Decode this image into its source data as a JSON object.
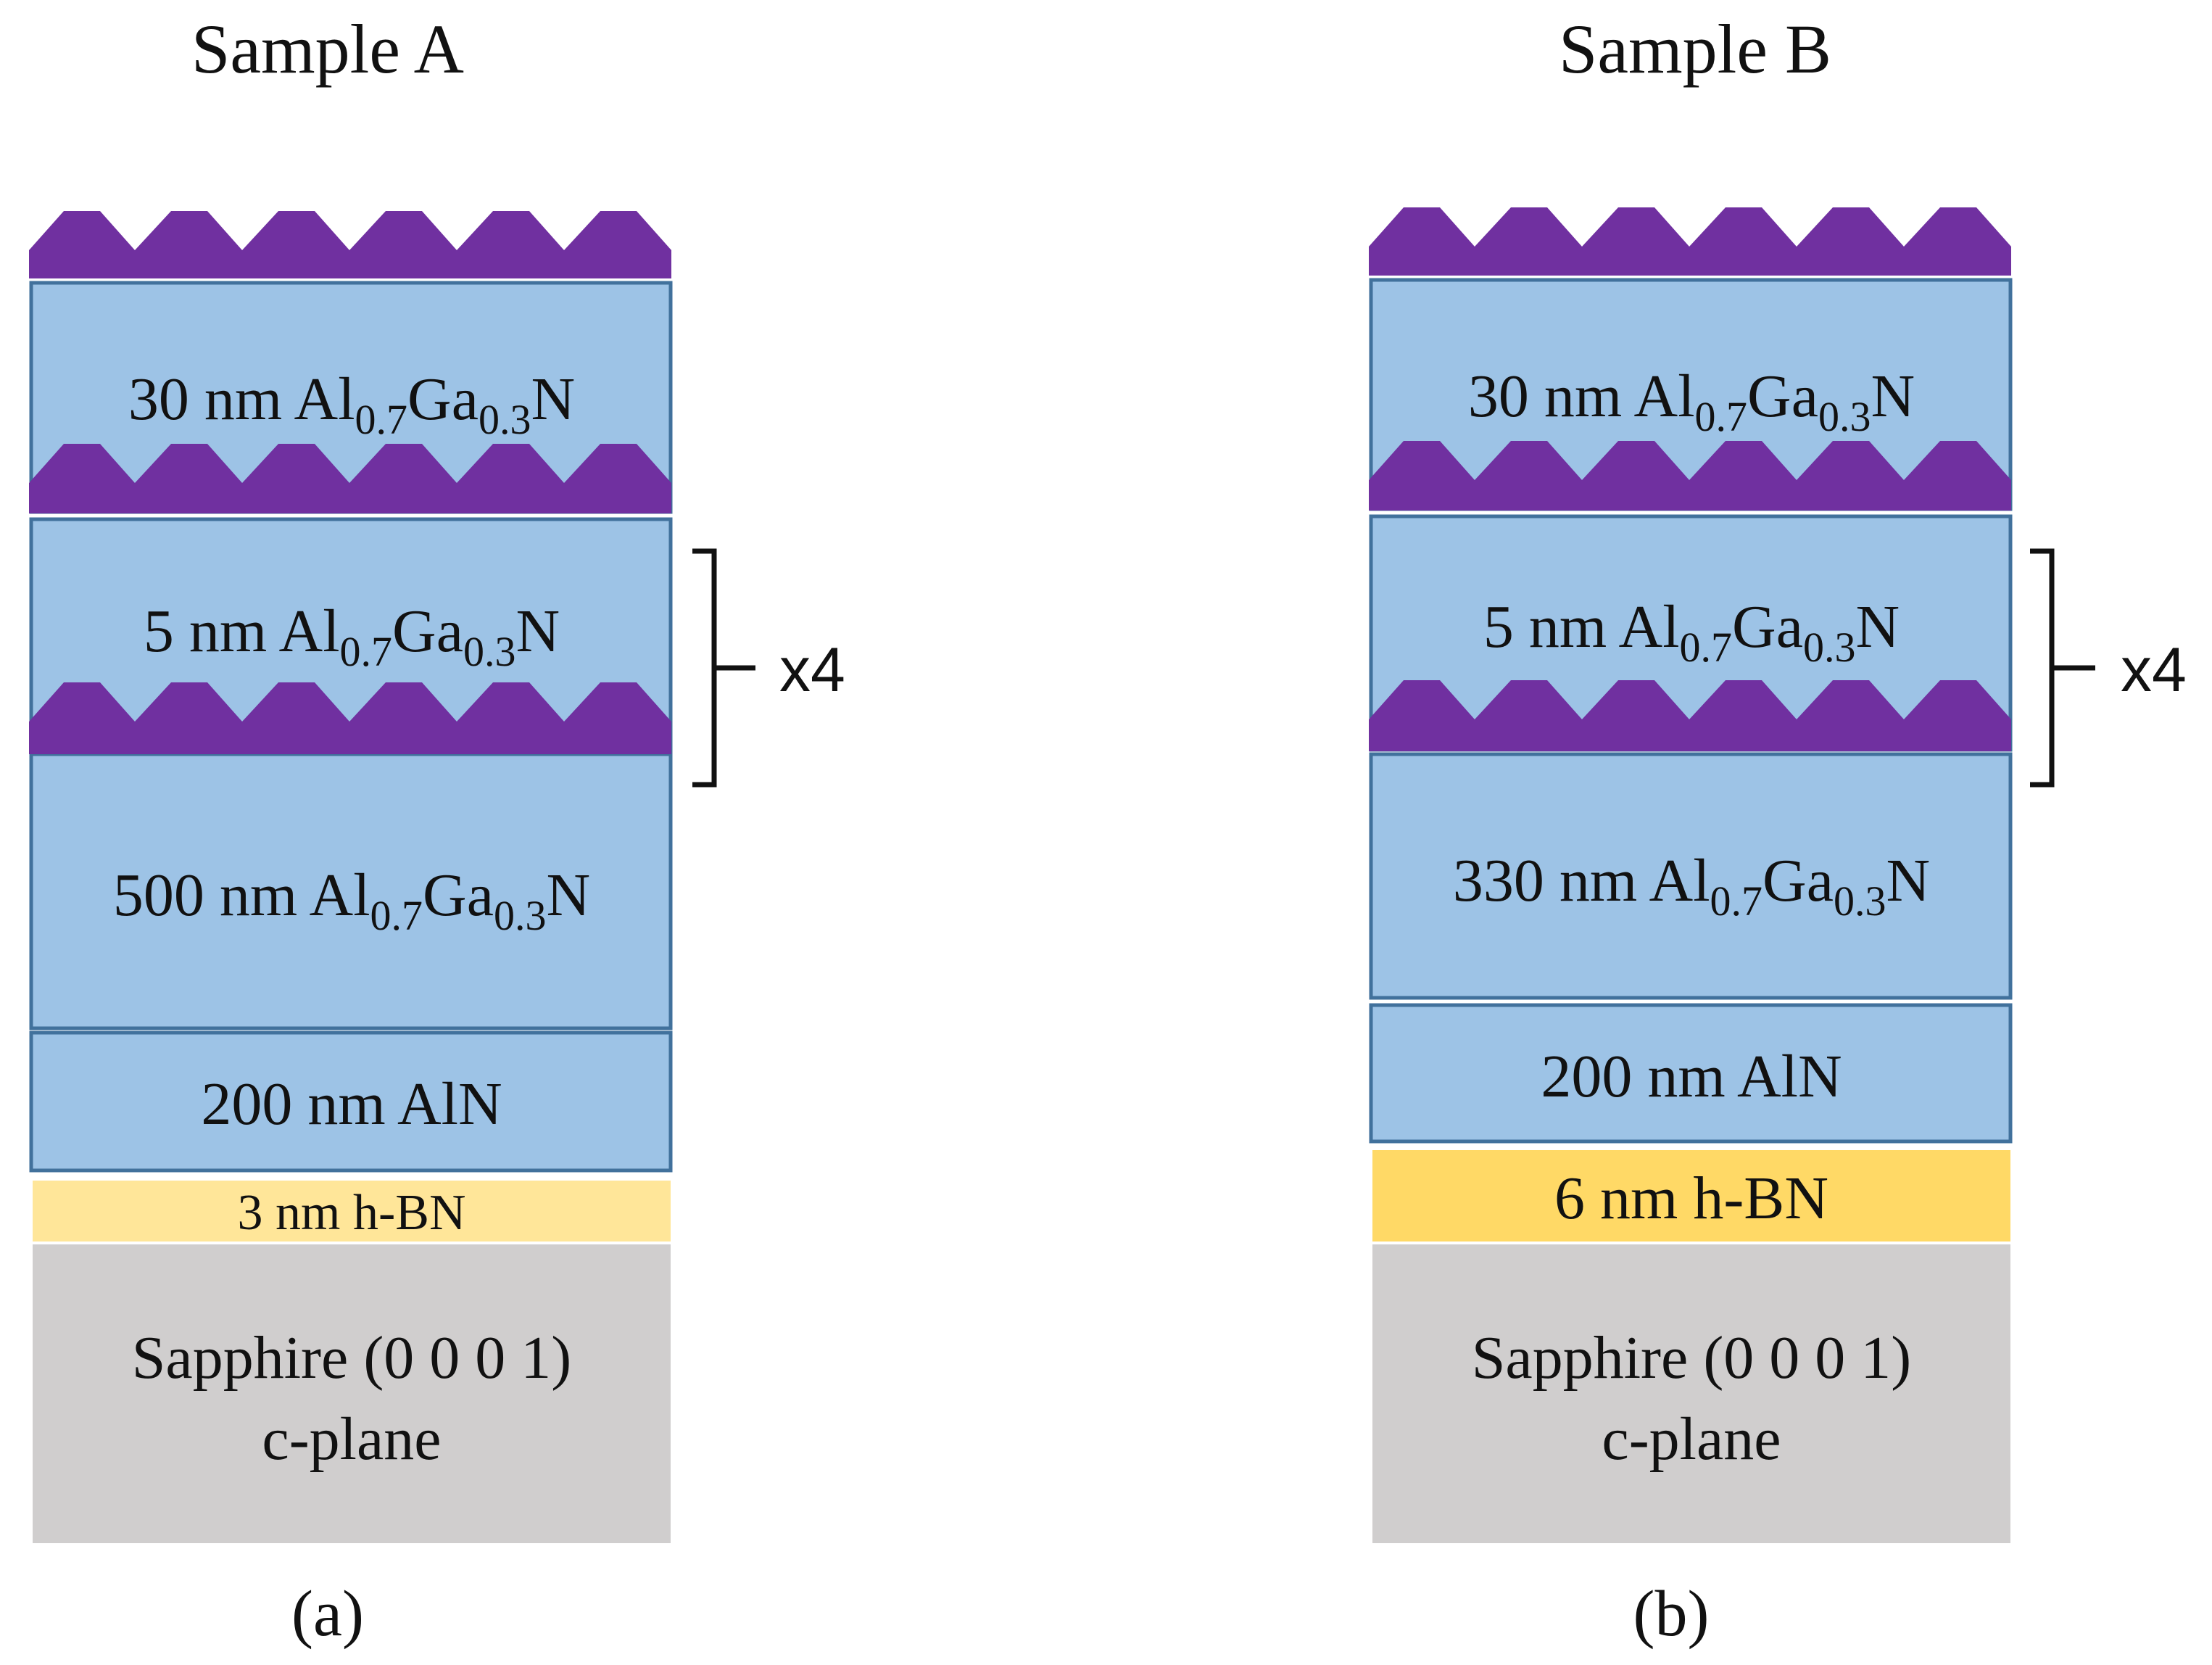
{
  "colors": {
    "layer_blue": "#9dc3e6",
    "layer_blue_border": "#41719c",
    "quantum_dot_purple": "#7030a0",
    "hbn_light": "#ffe699",
    "hbn_dark": "#ffd966",
    "sapphire_gray": "#d0cece"
  },
  "samples": [
    {
      "title": "Sample A",
      "caption": "(a)",
      "layers": {
        "cap": {
          "prefix": "30 nm Al",
          "sub1": "0.7",
          "mid": "Ga",
          "sub2": "0.3",
          "suffix": "N"
        },
        "well": {
          "prefix": "5 nm Al",
          "sub1": "0.7",
          "mid": "Ga",
          "sub2": "0.3",
          "suffix": "N"
        },
        "buffer": {
          "prefix": "500 nm Al",
          "sub1": "0.7",
          "mid": "Ga",
          "sub2": "0.3",
          "suffix": "N"
        },
        "aln": "200 nm AlN",
        "hbn": "3 nm h-BN",
        "substrate_line1": "Sapphire (0 0 0 1)",
        "substrate_line2": "c-plane"
      },
      "repeat_label": "x4"
    },
    {
      "title": "Sample B",
      "caption": "(b)",
      "layers": {
        "cap": {
          "prefix": "30 nm Al",
          "sub1": "0.7",
          "mid": "Ga",
          "sub2": "0.3",
          "suffix": "N"
        },
        "well": {
          "prefix": "5 nm Al",
          "sub1": "0.7",
          "mid": "Ga",
          "sub2": "0.3",
          "suffix": "N"
        },
        "buffer": {
          "prefix": "330 nm Al",
          "sub1": "0.7",
          "mid": "Ga",
          "sub2": "0.3",
          "suffix": "N"
        },
        "aln": "200 nm AlN",
        "hbn": "6 nm h-BN",
        "substrate_line1": "Sapphire (0 0 0 1)",
        "substrate_line2": "c-plane"
      },
      "repeat_label": "x4"
    }
  ]
}
